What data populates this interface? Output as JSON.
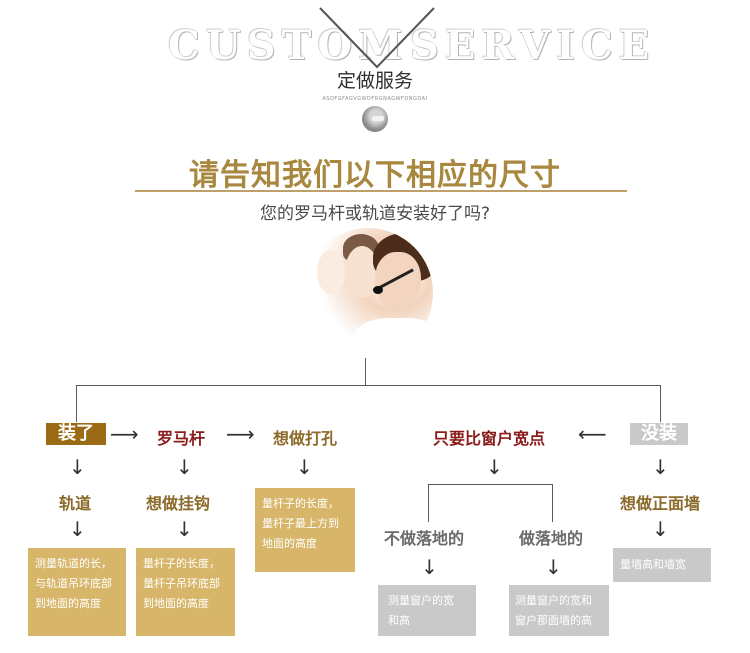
{
  "header": {
    "custom_word": "CUSTOM",
    "service_word": "SERVICE",
    "title_cn": "定做服务",
    "small_caps": "ASDFGFAGVGWDFRGNAGWFDNGDAI"
  },
  "main": {
    "title": "请告知我们以下相应的尺寸",
    "question": "您的罗马杆或轨道安装好了吗?"
  },
  "flow": {
    "installed": "装了",
    "rod": "罗马杆",
    "want_hole": "想做打孔",
    "window_wider": "只要比窗户宽点",
    "not_installed": "没装",
    "track": "轨道",
    "want_hook": "想做挂钩",
    "wall_front": "想做正面墙",
    "not_floor": "不做落地的",
    "floor": "做落地的",
    "arrow_right": "⟶",
    "arrow_left": "⟵",
    "arrow_down": "↓"
  },
  "boxes": {
    "track_measure": [
      "测量轨道的长，",
      "与轨道吊环底部",
      "到地面的高度"
    ],
    "hook_measure": [
      "量杆子的长度，",
      "量杆子吊环底部",
      "到地面的高度"
    ],
    "hole_measure": [
      "量杆子的长度，",
      "量杆子最上方到",
      "地面的高度"
    ],
    "window_wh": [
      "测量窗户的宽",
      "和高"
    ],
    "window_floor": [
      "测量窗户的宽和",
      "窗户那面墙的高"
    ],
    "wall_wh": [
      "量墙高和墙宽"
    ]
  },
  "colors": {
    "gold_box": "#d7b66a",
    "gray_box": "#c9c9c9",
    "brown_tag": "#9a6a14",
    "title_gold": "#a8873f"
  }
}
